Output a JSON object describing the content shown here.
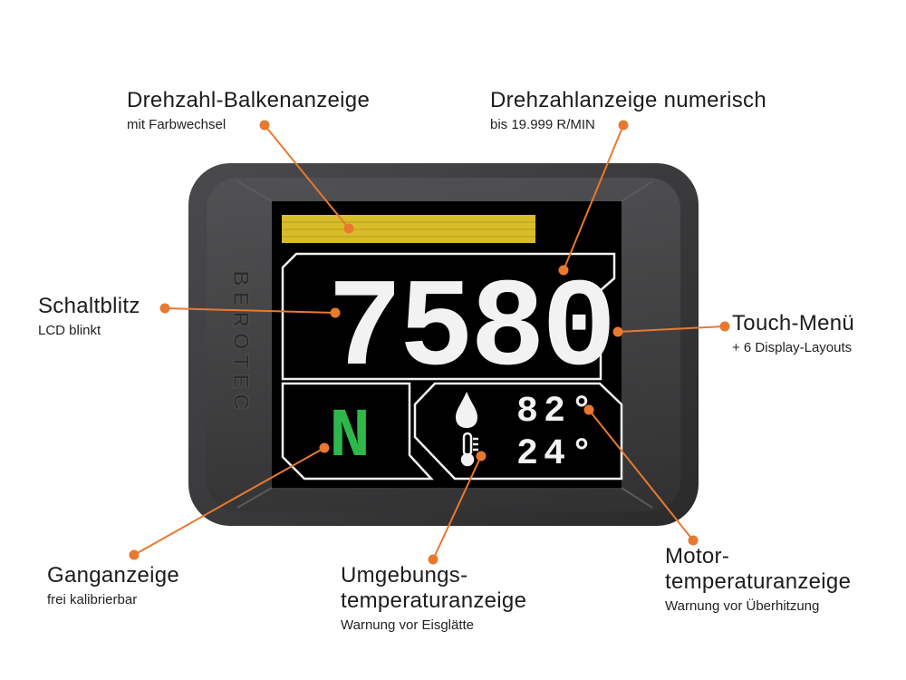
{
  "colors": {
    "accent": "#e8792f",
    "bar": "#d8bd2a",
    "lcd_fg": "#f2f2f2",
    "gear": "#2fb84a",
    "housing": "#3a3a3c",
    "screen": "#000000"
  },
  "device": {
    "brand": "BEROTEC",
    "rpm": "7580",
    "gear": "N",
    "motor_temp": "82°",
    "ambient_temp": "24°",
    "icons": [
      "drop-icon",
      "thermometer-icon"
    ]
  },
  "callouts": {
    "bar": {
      "title": "Drehzahl-Balkenanzeige",
      "sub": "mit Farbwechsel"
    },
    "rpm": {
      "title": "Drehzahlanzeige numerisch",
      "sub": "bis 19.999 R/MIN"
    },
    "shift": {
      "title": "Schaltblitz",
      "sub": "LCD blinkt"
    },
    "touch": {
      "title": "Touch-Menü",
      "sub": "+ 6 Display-Layouts"
    },
    "gear": {
      "title": "Ganganzeige",
      "sub": "frei kalibrierbar"
    },
    "ambient": {
      "title_1": "Umgebungs-",
      "title_2": "temperaturanzeige",
      "sub": "Warnung vor Eisglätte"
    },
    "motor": {
      "title_1": "Motor-",
      "title_2": "temperaturanzeige",
      "sub": "Warnung vor Überhitzung"
    }
  }
}
